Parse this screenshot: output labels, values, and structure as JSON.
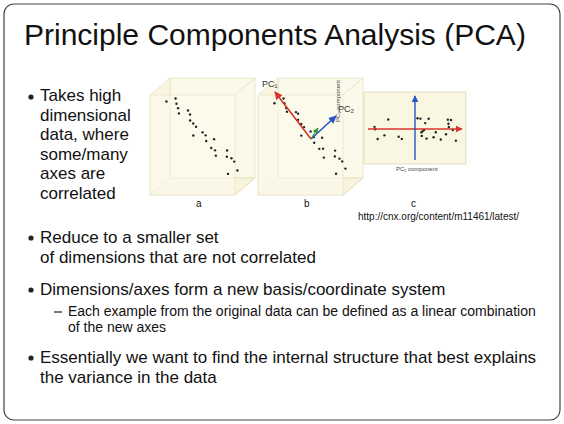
{
  "diagram": {
    "title": "Principle Components Analysis (PCA)",
    "labels": [
      "Takes high dimensional data, where some/many axes are correlated",
      "a",
      "b",
      "c",
      "PC₁",
      "PC₂",
      "PC₂ component",
      "PC₁ component",
      "http://cnx.org/content/m11461/latest/",
      "Reduce to a smaller set of dimensions that are not correlated",
      "Dimensions/axes form a new basis/coordinate system",
      "Each example from the original data can be defined as a linear combination of the new axes",
      "Essentially we want to find the internal structure that best explains the variance in the data"
    ]
  }
}
